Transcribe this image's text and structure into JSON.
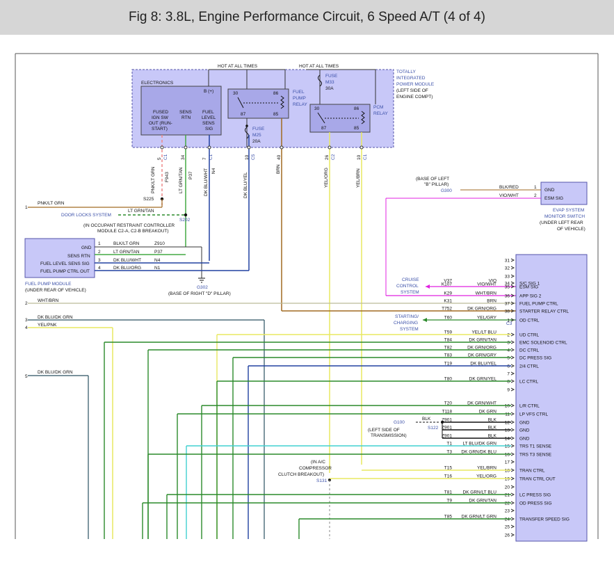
{
  "title": "Fig 8: 3.8L, Engine Performance Circuit, 6 Speed A/T (4 of 4)",
  "hot_at_all_times": "HOT AT ALL TIMES",
  "tipm": {
    "label_lines": [
      "TOTALLY",
      "INTEGRATED",
      "POWER MODULE",
      "(LEFT SIDE OF",
      "ENGINE COMPT)"
    ],
    "electronics": "ELECTRONICS",
    "b_plus": "B (+)",
    "fused_ign_lines": [
      "FUSED",
      "IGN SW",
      "OUT (RUN-",
      "START)"
    ],
    "sens_rtn_lines": [
      "SENS",
      "RTN"
    ],
    "fuel_level_lines": [
      "FUEL",
      "LEVEL",
      "SENS",
      "SIG"
    ],
    "fuel_pump_relay_lines": [
      "FUEL",
      "PUMP",
      "RELAY"
    ],
    "pcm_relay_lines": [
      "PCM",
      "RELAY"
    ],
    "fuse_m25_lines": [
      "FUSE",
      "M25",
      "20A"
    ],
    "fuse_m33_lines": [
      "FUSE",
      "M33",
      "30A"
    ],
    "relay_pins": [
      "30",
      "86",
      "87",
      "85"
    ],
    "connector_pins": [
      {
        "pin": "5",
        "conn": "C1"
      },
      {
        "pin": "34",
        "conn": ""
      },
      {
        "pin": "7",
        "conn": "C1"
      },
      {
        "pin": "10",
        "conn": "C5"
      },
      {
        "pin": "40",
        "conn": ""
      },
      {
        "pin": "26",
        "conn": "C2"
      },
      {
        "pin": "10",
        "conn": "C1"
      }
    ]
  },
  "vertical_wires": [
    {
      "color": "PNK/LT GRN",
      "circuit": "F943"
    },
    {
      "color": "LT GRN/TAN",
      "circuit": "P37"
    },
    {
      "color": "DK BLU/WHT",
      "circuit": "N4"
    },
    {
      "color": "DK BLU/YEL",
      "circuit": ""
    },
    {
      "color": "BRN",
      "circuit": ""
    },
    {
      "color": "YEL/ORG",
      "circuit": ""
    },
    {
      "color": "YEL/BRN",
      "circuit": ""
    }
  ],
  "splices": {
    "s225": "S225",
    "s202": "S202",
    "s202_note": "(IN OCCUPANT RESTRAINT CONTROLLER",
    "s202_note2": "MODULE C2-A, C2-B BREAKOUT)",
    "g302": "G302",
    "g302_note": "(BASE OF RIGHT \"D\" PILLAR)",
    "g300": "G300",
    "g300_note": "(BASE OF LEFT",
    "g300_note2": "\"B\" PILLAR)",
    "g100": "G100",
    "s122": "S122",
    "s122_note": "(LEFT SIDE OF",
    "s122_note2": "TRANSMISSION)",
    "s131": "S131",
    "s131_note_lines": [
      "(IN A/C",
      "COMPRESSOR",
      "CLUTCH BREAKOUT)"
    ]
  },
  "door_locks": {
    "label": "DOOR LOCKS SYSTEM",
    "wire": "LT GRN/TAN",
    "left_wire": "PNK/LT GRN",
    "left_num": "1"
  },
  "fuel_pump_module": {
    "label": "FUEL PUMP MODULE",
    "sublabel": "(UNDER REAR OF VEHICLE)",
    "pins": [
      {
        "num": "1",
        "name": "GND",
        "color": "BLK/LT GRN",
        "circuit": "Z910"
      },
      {
        "num": "2",
        "name": "SENS RTN",
        "color": "LT GRN/TAN",
        "circuit": "P37"
      },
      {
        "num": "3",
        "name": "FUEL LEVEL SENS SIG",
        "color": "DK BLU/WHT",
        "circuit": "N4"
      },
      {
        "num": "4",
        "name": "FUEL PUMP CTRL OUT",
        "color": "DK BLU/ORG",
        "circuit": "N1"
      }
    ]
  },
  "evap": {
    "label_lines": [
      "EVAP SYSTEM",
      "MONITOR SWITCH",
      "(UNDER LEFT REAR",
      "OF VEHICLE)"
    ],
    "pins": [
      {
        "num": "1",
        "name": "GND",
        "color": "BLK/RED"
      },
      {
        "num": "2",
        "name": "ESM SIG",
        "color": "VIO/WHT"
      }
    ]
  },
  "cruise": {
    "label_lines": [
      "CRUISE",
      "CONTROL",
      "SYSTEM"
    ]
  },
  "starting": {
    "label_lines": [
      "STARTING/",
      "CHARGING",
      "SYSTEM"
    ]
  },
  "left_wires": [
    {
      "num": "2",
      "color": "WHT/BRN"
    },
    {
      "num": "3",
      "color": "DK BLU/DK GRN"
    },
    {
      "num": "4",
      "color": "YEL/PNK"
    },
    {
      "num": "5",
      "color": "DK BLU/DK GRN"
    }
  ],
  "pcm_conn_c3": "C3",
  "pcm_pins": [
    {
      "pin": "31",
      "circuit": "",
      "color": "",
      "name": ""
    },
    {
      "pin": "32",
      "circuit": "",
      "color": "",
      "name": ""
    },
    {
      "pin": "33",
      "circuit": "",
      "color": "",
      "name": ""
    },
    {
      "pin": "34",
      "circuit": "V37",
      "color": "VIO",
      "name": "S/C SIG 1"
    },
    {
      "pin": "35",
      "circuit": "K107",
      "color": "VIO/WHT",
      "name": "ESM SIG"
    },
    {
      "pin": "36",
      "circuit": "K29",
      "color": "WHT/BRN",
      "name": "APP SIG 2"
    },
    {
      "pin": "37",
      "circuit": "K31",
      "color": "BRN",
      "name": "FUEL PUMP CTRL"
    },
    {
      "pin": "38",
      "circuit": "T752",
      "color": "DK GRN/ORG",
      "name": "STARTER RELAY CTRL"
    },
    {
      "pin": "1",
      "circuit": "T60",
      "color": "YEL/GRY",
      "name": "OD CTRL"
    },
    {
      "pin": "2",
      "circuit": "T59",
      "color": "YEL/LT BLU",
      "name": "UD CTRL"
    },
    {
      "pin": "3",
      "circuit": "T84",
      "color": "DK GRN/TAN",
      "name": "EMC SOLENOID CTRL"
    },
    {
      "pin": "4",
      "circuit": "T82",
      "color": "DK GRN/ORG",
      "name": "DC CTRL"
    },
    {
      "pin": "5",
      "circuit": "T83",
      "color": "DK GRN/GRY",
      "name": "DC PRESS SIG"
    },
    {
      "pin": "6",
      "circuit": "T19",
      "color": "DK BLU/YEL",
      "name": "2/4 CTRL"
    },
    {
      "pin": "7",
      "circuit": "",
      "color": "",
      "name": ""
    },
    {
      "pin": "8",
      "circuit": "T80",
      "color": "DK GRN/YEL",
      "name": "LC CTRL"
    },
    {
      "pin": "9",
      "circuit": "",
      "color": "",
      "name": ""
    },
    {
      "pin": "10",
      "circuit": "T20",
      "color": "DK GRN/WHT",
      "name": "L/R CTRL"
    },
    {
      "pin": "11",
      "circuit": "T118",
      "color": "DK GRN",
      "name": "LP VFS CTRL"
    },
    {
      "pin": "12",
      "circuit": "Z901",
      "color": "BLK",
      "name": "GND"
    },
    {
      "pin": "13",
      "circuit": "Z901",
      "color": "BLK",
      "name": "GND"
    },
    {
      "pin": "14",
      "circuit": "Z901",
      "color": "BLK",
      "name": "GND"
    },
    {
      "pin": "15",
      "circuit": "T1",
      "color": "LT BLU/DK GRN",
      "name": "TRS T1 SENSE"
    },
    {
      "pin": "16",
      "circuit": "T3",
      "color": "DK GRN/DK BLU",
      "name": "TRS T3 SENSE"
    },
    {
      "pin": "17",
      "circuit": "",
      "color": "",
      "name": ""
    },
    {
      "pin": "18",
      "circuit": "T15",
      "color": "YEL/BRN",
      "name": "TRAN CTRL"
    },
    {
      "pin": "19",
      "circuit": "T16",
      "color": "YEL/ORG",
      "name": "TRAN CTRL OUT"
    },
    {
      "pin": "20",
      "circuit": "",
      "color": "",
      "name": ""
    },
    {
      "pin": "21",
      "circuit": "T81",
      "color": "DK GRN/LT BLU",
      "name": "LC PRESS SIG"
    },
    {
      "pin": "22",
      "circuit": "T9",
      "color": "DK GRN/TAN",
      "name": "OD PRESS SIG"
    },
    {
      "pin": "23",
      "circuit": "",
      "color": "",
      "name": ""
    },
    {
      "pin": "24",
      "circuit": "T85",
      "color": "DK GRN/LT GRN",
      "name": "TRANSFER SPEED SIG"
    },
    {
      "pin": "25",
      "circuit": "",
      "color": "",
      "name": ""
    },
    {
      "pin": "26",
      "circuit": "",
      "color": "",
      "name": ""
    }
  ],
  "g100_wire": "BLK",
  "colors": {
    "module_fill": "#c8c8f8",
    "module_stroke": "#5555aa",
    "blue_text": "#3a4fa8",
    "magenta": "#e020e0",
    "dark_green": "#2a8a2a",
    "yellow": "#e8e860",
    "brown": "#a06a20",
    "dark_blue": "#2040a0",
    "cyan": "#40d0d0"
  }
}
